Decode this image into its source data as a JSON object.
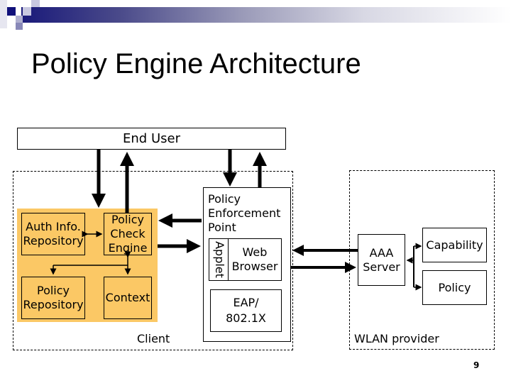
{
  "slide": {
    "title": "Policy Engine Architecture",
    "page_number": "9",
    "accent_colors": {
      "header_dark": "#1a1a7a",
      "client_panel": "#fbc865"
    }
  },
  "diagram": {
    "end_user": "End User",
    "client": {
      "label": "Client",
      "auth_info_repository": [
        "Auth Info.",
        "Repository"
      ],
      "policy_check_engine": [
        "Policy",
        "Check",
        "Engine"
      ],
      "policy_repository": [
        "Policy",
        "Repository"
      ],
      "context": "Context"
    },
    "pep": {
      "title": [
        "Policy",
        "Enforcement",
        "Point"
      ],
      "applet": "Applet",
      "web_browser": [
        "Web",
        "Browser"
      ],
      "eap": [
        "EAP/",
        "802.1X"
      ]
    },
    "wlan_provider": {
      "label": "WLAN provider",
      "aaa_server": [
        "AAA",
        "Server"
      ],
      "capability": "Capability",
      "policy": "Policy"
    }
  }
}
